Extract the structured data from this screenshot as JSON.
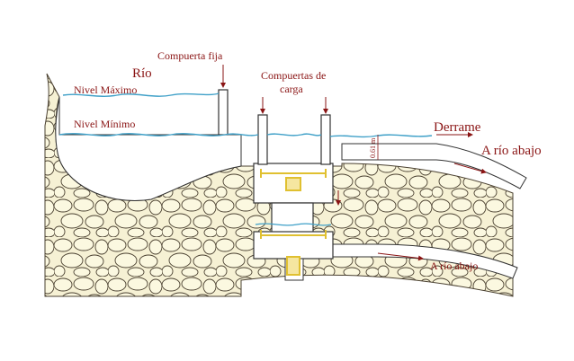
{
  "diagram": {
    "labels": {
      "rio": "Río",
      "compuerta_fija": "Compuerta fija",
      "compuertas_carga_1": "Compuertas de",
      "compuertas_carga_2": "carga",
      "nivel_maximo": "Nivel Máximo",
      "nivel_minimo": "Nivel Mínimo",
      "derrame": "Derrame",
      "a_rio_abajo_upper": "A río abajo",
      "a_rio_abajo_lower": "A río abajo",
      "dimension": "0.61 m"
    },
    "colors": {
      "water_line": "#3fa0c8",
      "label_red": "#8a1414",
      "stone_fill": "#fbf8e0",
      "stone_outline": "#4a4030",
      "gate_yellow": "#e0c030",
      "wall_outline": "#333333"
    }
  }
}
